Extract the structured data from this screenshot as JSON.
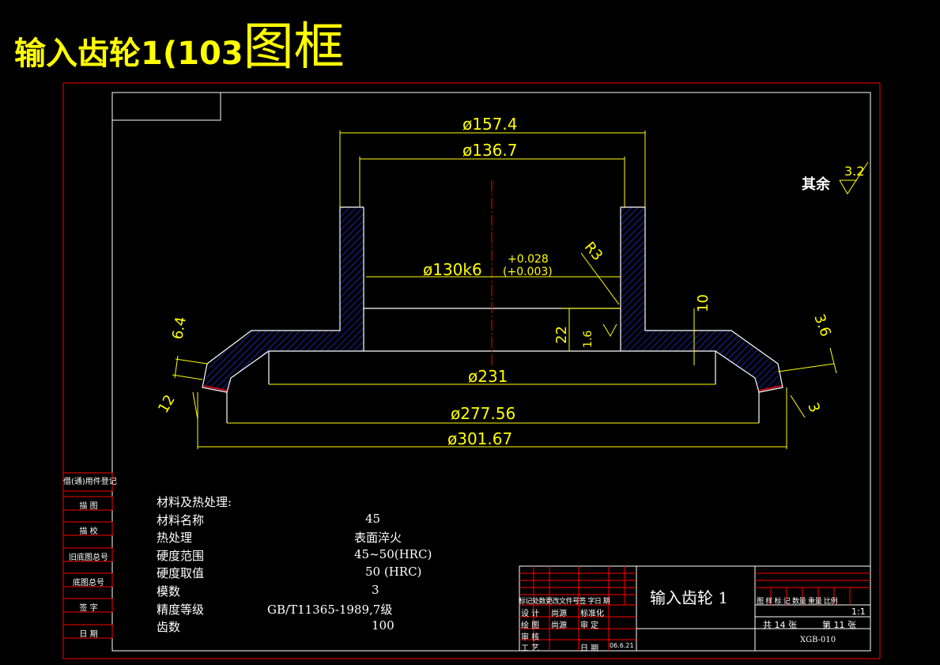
{
  "title": {
    "part1": "输入齿轮1(103",
    "part2": "图框"
  },
  "dimensions": {
    "d1": "ø157.4",
    "d2": "ø136.7",
    "d3": "ø130k6",
    "tol_upper": "+0.028",
    "tol_lower": "(+0.003)",
    "radius": "R3",
    "d4": "ø231",
    "d5": "ø277.56",
    "d6": "ø301.67",
    "h1": "22",
    "h2": "10",
    "a1": "6.4",
    "a2": "12",
    "a3": "3.6",
    "a4": "3",
    "rough_local": "1.6",
    "rough_rest_label": "其余",
    "rough_rest_value": "3.2"
  },
  "side_labels": [
    "借(通)用件登记",
    "描  图",
    "描  校",
    "旧底图总号",
    "底图总号",
    "签  字",
    "日  期"
  ],
  "spec": {
    "heading": "材料及热处理:",
    "rows": [
      {
        "label": "材料名称",
        "value": "45"
      },
      {
        "label": "热处理",
        "value": "表面淬火"
      },
      {
        "label": "硬度范围",
        "value": "45~50(HRC)"
      },
      {
        "label": "硬度取值",
        "value": "50 (HRC)"
      },
      {
        "label": "模数",
        "value": "3"
      },
      {
        "label": "精度等级",
        "value": "GB/T11365-1989,7级"
      },
      {
        "label": "齿数",
        "value": "100"
      }
    ]
  },
  "title_block": {
    "part_name": "输入齿轮 1",
    "rev_header": "标记处数更改文件号签 字日 期",
    "design": "设 计",
    "designer": "尚源",
    "standard": "标准化",
    "drawing": "绘 图",
    "drawer": "尚源",
    "approve": "审 定",
    "check": "审 核",
    "process": "工 艺",
    "date_label": "日 期",
    "date_value": "06.6.21",
    "sample_header": "图 样 标 记 数量 重量 比例",
    "scale": "1:1",
    "total_sheets": "共 14 张",
    "sheet_no": "第 11 张",
    "drawing_no": "XGB-010"
  },
  "colors": {
    "border": "#ff0000",
    "frame": "#ffffff",
    "dimension": "#ffff00",
    "hatch": "#0000ff",
    "centerline": "#ff0000"
  }
}
